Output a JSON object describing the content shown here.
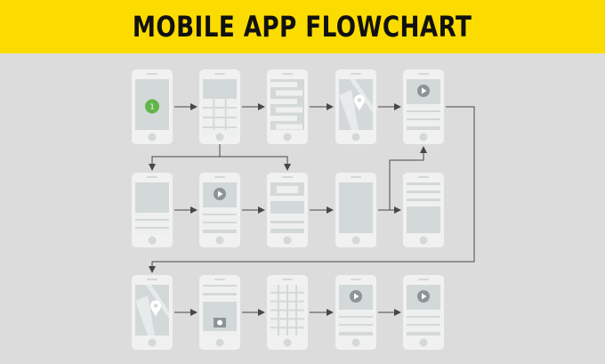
{
  "title": "MOBILE APP FLOWCHART",
  "colors": {
    "banner": "#fcdc00",
    "background": "#dcdcdc",
    "phone_body": "#f1f1f1",
    "phone_screen": "#d3d8d8",
    "screen_element": "#eef0f0",
    "icon_dark": "#8e9494",
    "connector": "#474747",
    "start_badge": "#63b44a"
  },
  "screens": [
    {
      "id": "s1",
      "row": 1,
      "col": 1,
      "layout": "start-badge",
      "badge_text": "1"
    },
    {
      "id": "s2",
      "row": 1,
      "col": 2,
      "layout": "header-grid"
    },
    {
      "id": "s3",
      "row": 1,
      "col": 3,
      "layout": "list-bars"
    },
    {
      "id": "s4",
      "row": 1,
      "col": 4,
      "layout": "map-pin"
    },
    {
      "id": "s5",
      "row": 1,
      "col": 5,
      "layout": "video-list"
    },
    {
      "id": "s6",
      "row": 2,
      "col": 1,
      "layout": "image-list"
    },
    {
      "id": "s7",
      "row": 2,
      "col": 2,
      "layout": "video-list"
    },
    {
      "id": "s8",
      "row": 2,
      "col": 3,
      "layout": "form"
    },
    {
      "id": "s9",
      "row": 2,
      "col": 4,
      "layout": "blank"
    },
    {
      "id": "s10",
      "row": 2,
      "col": 5,
      "layout": "content-rows"
    },
    {
      "id": "s11",
      "row": 3,
      "col": 1,
      "layout": "map-pin"
    },
    {
      "id": "s12",
      "row": 3,
      "col": 2,
      "layout": "camera-list"
    },
    {
      "id": "s13",
      "row": 3,
      "col": 3,
      "layout": "full-grid"
    },
    {
      "id": "s14",
      "row": 3,
      "col": 4,
      "layout": "video-list"
    },
    {
      "id": "s15",
      "row": 3,
      "col": 5,
      "layout": "video-list"
    }
  ],
  "flows": [
    {
      "from": "s1",
      "to": "s2"
    },
    {
      "from": "s2",
      "to": "s3"
    },
    {
      "from": "s3",
      "to": "s4"
    },
    {
      "from": "s4",
      "to": "s5"
    },
    {
      "from": "s2",
      "to": "s6"
    },
    {
      "from": "s2",
      "to": "s8"
    },
    {
      "from": "s6",
      "to": "s7"
    },
    {
      "from": "s7",
      "to": "s8"
    },
    {
      "from": "s8",
      "to": "s9"
    },
    {
      "from": "s9",
      "to": "s10"
    },
    {
      "from": "s9",
      "to": "s5"
    },
    {
      "from": "s5",
      "to": "s11"
    },
    {
      "from": "s11",
      "to": "s12"
    },
    {
      "from": "s12",
      "to": "s13"
    },
    {
      "from": "s13",
      "to": "s14"
    },
    {
      "from": "s14",
      "to": "s15"
    }
  ]
}
